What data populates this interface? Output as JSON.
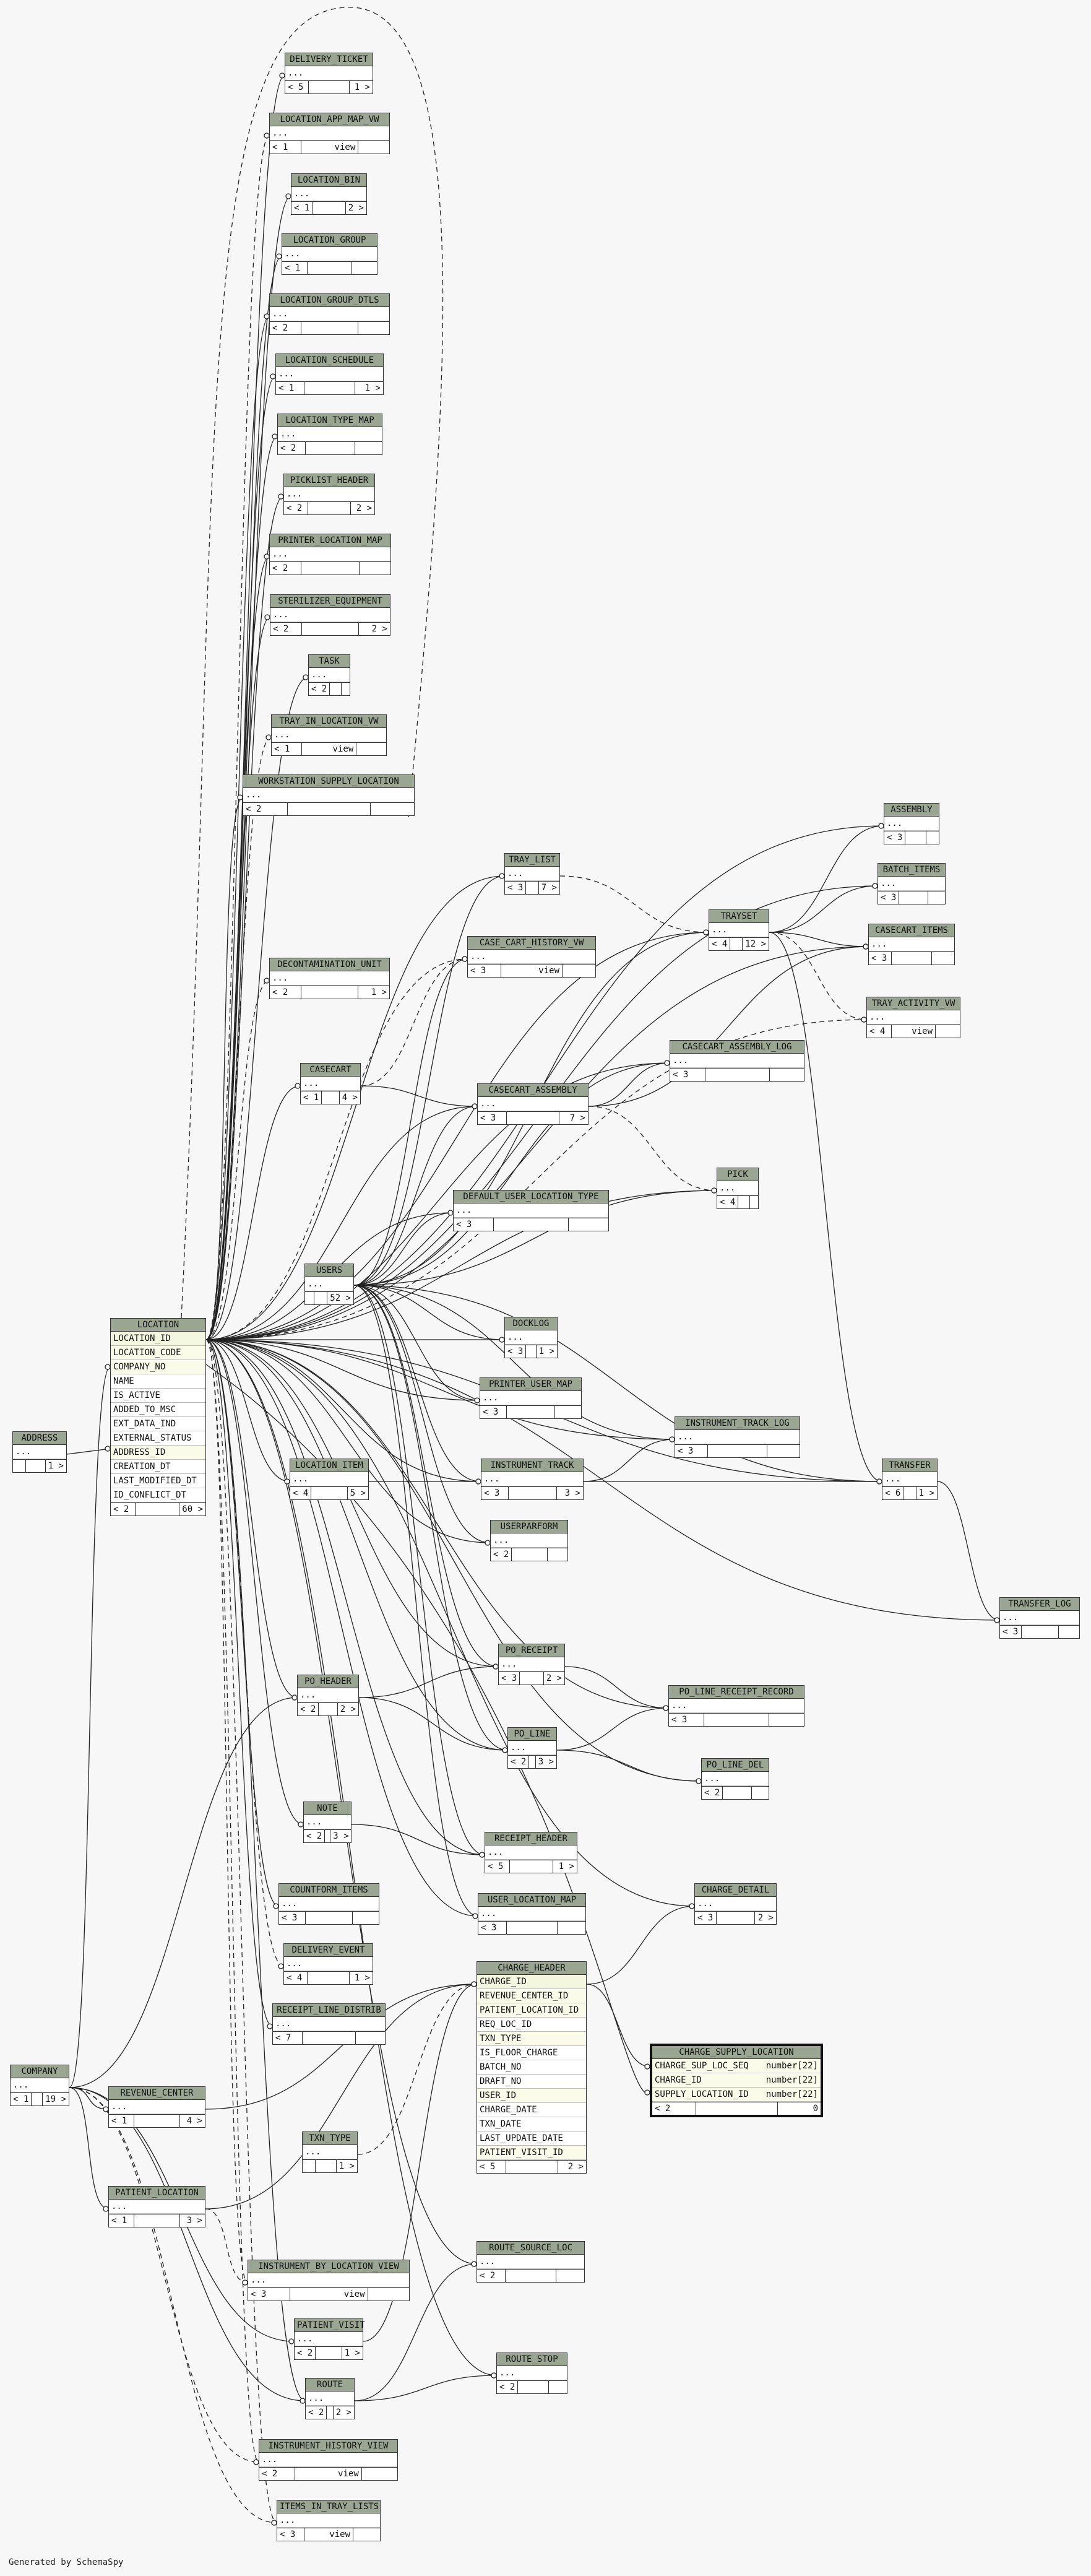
{
  "footer": "Generated by SchemaSpy",
  "tables": [
    {
      "name": "DELIVERY_TICKET",
      "rows": [
        "..."
      ],
      "footer": [
        "< 5",
        "",
        "1 >"
      ]
    },
    {
      "name": "LOCATION_APP_MAP_VW",
      "rows": [
        "..."
      ],
      "footer": [
        "< 1",
        "view",
        ""
      ]
    },
    {
      "name": "LOCATION_BIN",
      "rows": [
        "..."
      ],
      "footer": [
        "< 1",
        "",
        "2 >"
      ]
    },
    {
      "name": "LOCATION_GROUP",
      "rows": [
        "..."
      ],
      "footer": [
        "< 1",
        "",
        ""
      ]
    },
    {
      "name": "LOCATION_GROUP_DTLS",
      "rows": [
        "..."
      ],
      "footer": [
        "< 2",
        "",
        ""
      ]
    },
    {
      "name": "LOCATION_SCHEDULE",
      "rows": [
        "..."
      ],
      "footer": [
        "< 1",
        "",
        "1 >"
      ]
    },
    {
      "name": "LOCATION_TYPE_MAP",
      "rows": [
        "..."
      ],
      "footer": [
        "< 2",
        "",
        ""
      ]
    },
    {
      "name": "PICKLIST_HEADER",
      "rows": [
        "..."
      ],
      "footer": [
        "< 2",
        "",
        "2 >"
      ]
    },
    {
      "name": "PRINTER_LOCATION_MAP",
      "rows": [
        "..."
      ],
      "footer": [
        "< 2",
        "",
        ""
      ]
    },
    {
      "name": "STERILIZER_EQUIPMENT",
      "rows": [
        "..."
      ],
      "footer": [
        "< 2",
        "",
        "2 >"
      ]
    },
    {
      "name": "TASK",
      "rows": [
        "..."
      ],
      "footer": [
        "< 2",
        "",
        ""
      ]
    },
    {
      "name": "TRAY_IN_LOCATION_VW",
      "rows": [
        "..."
      ],
      "footer": [
        "< 1",
        "view",
        ""
      ]
    },
    {
      "name": "WORKSTATION_SUPPLY_LOCATION",
      "rows": [
        "..."
      ],
      "footer": [
        "< 2",
        "",
        ""
      ]
    },
    {
      "name": "TRAY_LIST",
      "rows": [
        "..."
      ],
      "footer": [
        "< 3",
        "",
        "7 >"
      ]
    },
    {
      "name": "ASSEMBLY",
      "rows": [
        "..."
      ],
      "footer": [
        "< 3",
        "",
        ""
      ]
    },
    {
      "name": "BATCH_ITEMS",
      "rows": [
        "..."
      ],
      "footer": [
        "< 3",
        "",
        ""
      ]
    },
    {
      "name": "TRAYSET",
      "rows": [
        "..."
      ],
      "footer": [
        "< 4",
        "",
        "12 >"
      ]
    },
    {
      "name": "CASECART_ITEMS",
      "rows": [
        "..."
      ],
      "footer": [
        "< 3",
        "",
        ""
      ]
    },
    {
      "name": "CASE_CART_HISTORY_VW",
      "rows": [
        "..."
      ],
      "footer": [
        "< 3",
        "view",
        ""
      ]
    },
    {
      "name": "DECONTAMINATION_UNIT",
      "rows": [
        "..."
      ],
      "footer": [
        "< 2",
        "",
        "1 >"
      ]
    },
    {
      "name": "TRAY_ACTIVITY_VW",
      "rows": [
        "..."
      ],
      "footer": [
        "< 4",
        "view",
        ""
      ]
    },
    {
      "name": "CASECART_ASSEMBLY_LOG",
      "rows": [
        "..."
      ],
      "footer": [
        "< 3",
        "",
        ""
      ]
    },
    {
      "name": "CASECART",
      "rows": [
        "..."
      ],
      "footer": [
        "< 1",
        "",
        "4 >"
      ]
    },
    {
      "name": "CASECART_ASSEMBLY",
      "rows": [
        "..."
      ],
      "footer": [
        "< 3",
        "",
        "7 >"
      ]
    },
    {
      "name": "PICK",
      "rows": [
        "..."
      ],
      "footer": [
        "< 4",
        "",
        ""
      ]
    },
    {
      "name": "DEFAULT_USER_LOCATION_TYPE",
      "rows": [
        "..."
      ],
      "footer": [
        "< 3",
        "",
        ""
      ]
    },
    {
      "name": "USERS",
      "rows": [
        "..."
      ],
      "footer": [
        "",
        "",
        "52 >"
      ]
    },
    {
      "name": "DOCKLOG",
      "rows": [
        "..."
      ],
      "footer": [
        "< 3",
        "",
        "1 >"
      ]
    },
    {
      "name": "PRINTER_USER_MAP",
      "rows": [
        "..."
      ],
      "footer": [
        "< 3",
        "",
        ""
      ]
    },
    {
      "name": "INSTRUMENT_TRACK_LOG",
      "rows": [
        "..."
      ],
      "footer": [
        "< 3",
        "",
        ""
      ]
    },
    {
      "name": "LOCATION_ITEM",
      "rows": [
        "..."
      ],
      "footer": [
        "< 4",
        "",
        "5 >"
      ]
    },
    {
      "name": "INSTRUMENT_TRACK",
      "rows": [
        "..."
      ],
      "footer": [
        "< 3",
        "",
        "3 >"
      ]
    },
    {
      "name": "TRANSFER",
      "rows": [
        "..."
      ],
      "footer": [
        "< 6",
        "",
        "1 >"
      ]
    },
    {
      "name": "USERPARFORM",
      "rows": [
        "..."
      ],
      "footer": [
        "< 2",
        "",
        ""
      ]
    },
    {
      "name": "TRANSFER_LOG",
      "rows": [
        "..."
      ],
      "footer": [
        "< 3",
        "",
        ""
      ]
    },
    {
      "name": "PO_RECEIPT",
      "rows": [
        "..."
      ],
      "footer": [
        "< 3",
        "",
        "2 >"
      ]
    },
    {
      "name": "PO_HEADER",
      "rows": [
        "..."
      ],
      "footer": [
        "< 2",
        "",
        "2 >"
      ]
    },
    {
      "name": "PO_LINE_RECEIPT_RECORD",
      "rows": [
        "..."
      ],
      "footer": [
        "< 3",
        "",
        ""
      ]
    },
    {
      "name": "PO_LINE",
      "rows": [
        "..."
      ],
      "footer": [
        "< 2",
        "",
        "3 >"
      ]
    },
    {
      "name": "PO_LINE_DEL",
      "rows": [
        "..."
      ],
      "footer": [
        "< 2",
        "",
        ""
      ]
    },
    {
      "name": "NOTE",
      "rows": [
        "..."
      ],
      "footer": [
        "< 2",
        "",
        "3 >"
      ]
    },
    {
      "name": "RECEIPT_HEADER",
      "rows": [
        "..."
      ],
      "footer": [
        "< 5",
        "",
        "1 >"
      ]
    },
    {
      "name": "COUNTFORM_ITEMS",
      "rows": [
        "..."
      ],
      "footer": [
        "< 3",
        "",
        ""
      ]
    },
    {
      "name": "CHARGE_DETAIL",
      "rows": [
        "..."
      ],
      "footer": [
        "< 3",
        "",
        "2 >"
      ]
    },
    {
      "name": "USER_LOCATION_MAP",
      "rows": [
        "..."
      ],
      "footer": [
        "< 3",
        "",
        ""
      ]
    },
    {
      "name": "DELIVERY_EVENT",
      "rows": [
        "..."
      ],
      "footer": [
        "< 4",
        "",
        "1 >"
      ]
    },
    {
      "name": "RECEIPT_LINE_DISTRIB",
      "rows": [
        "..."
      ],
      "footer": [
        "< 7",
        "",
        ""
      ]
    },
    {
      "name": "TXN_TYPE",
      "rows": [
        "..."
      ],
      "footer": [
        "",
        "",
        "1 >"
      ]
    },
    {
      "name": "REVENUE_CENTER",
      "rows": [
        "..."
      ],
      "footer": [
        "< 1",
        "",
        "4 >"
      ]
    },
    {
      "name": "PATIENT_LOCATION",
      "rows": [
        "..."
      ],
      "footer": [
        "< 1",
        "",
        "3 >"
      ]
    },
    {
      "name": "ROUTE_SOURCE_LOC",
      "rows": [
        "..."
      ],
      "footer": [
        "< 2",
        "",
        ""
      ]
    },
    {
      "name": "INSTRUMENT_BY_LOCATION_VIEW",
      "rows": [
        "..."
      ],
      "footer": [
        "< 3",
        "view",
        ""
      ]
    },
    {
      "name": "PATIENT_VISIT",
      "rows": [
        "..."
      ],
      "footer": [
        "< 2",
        "",
        "1 >"
      ]
    },
    {
      "name": "ROUTE_STOP",
      "rows": [
        "..."
      ],
      "footer": [
        "< 2",
        "",
        ""
      ]
    },
    {
      "name": "ROUTE",
      "rows": [
        "..."
      ],
      "footer": [
        "< 2",
        "",
        "2 >"
      ]
    },
    {
      "name": "INSTRUMENT_HISTORY_VIEW",
      "rows": [
        "..."
      ],
      "footer": [
        "< 2",
        "view",
        ""
      ]
    },
    {
      "name": "ITEMS_IN_TRAY_LISTS",
      "rows": [
        "..."
      ],
      "footer": [
        "< 3",
        "view",
        ""
      ]
    },
    {
      "name": "ADDRESS",
      "rows": [
        "..."
      ],
      "footer": [
        "",
        "",
        "1 >"
      ]
    },
    {
      "name": "COMPANY",
      "rows": [
        "..."
      ],
      "footer": [
        "< 1",
        "",
        "19 >"
      ]
    }
  ],
  "location": {
    "name": "LOCATION",
    "rows": [
      "LOCATION_ID",
      "LOCATION_CODE",
      "COMPANY_NO",
      "NAME",
      "IS_ACTIVE",
      "ADDED_TO_MSC",
      "EXT_DATA_IND",
      "EXTERNAL_STATUS",
      "ADDRESS_ID",
      "CREATION_DT",
      "LAST_MODIFIED_DT",
      "ID_CONFLICT_DT"
    ],
    "footer": [
      "< 2",
      "",
      "60 >"
    ]
  },
  "charge_header": {
    "name": "CHARGE_HEADER",
    "rows": [
      "CHARGE_ID",
      "REVENUE_CENTER_ID",
      "PATIENT_LOCATION_ID",
      "REQ_LOC_ID",
      "TXN_TYPE",
      "IS_FLOOR_CHARGE",
      "BATCH_NO",
      "DRAFT_NO",
      "USER_ID",
      "CHARGE_DATE",
      "TXN_DATE",
      "LAST_UPDATE_DATE",
      "PATIENT_VISIT_ID"
    ],
    "footer": [
      "< 5",
      "",
      "2 >"
    ]
  },
  "charge_supply": {
    "name": "CHARGE_SUPPLY_LOCATION",
    "rows": [
      {
        "col": "CHARGE_SUP_LOC_SEQ",
        "type": "number[22]"
      },
      {
        "col": "CHARGE_ID",
        "type": "number[22]"
      },
      {
        "col": "SUPPLY_LOCATION_ID",
        "type": "number[22]"
      }
    ],
    "footer": [
      "< 2",
      "",
      "0"
    ]
  }
}
